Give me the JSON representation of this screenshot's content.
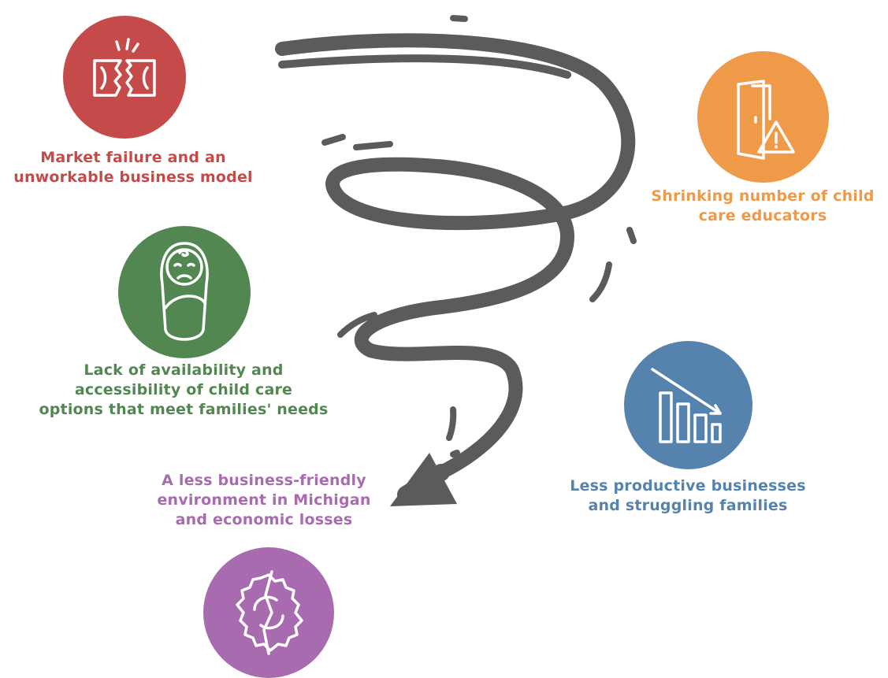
{
  "colors": {
    "market": "#c44b4a",
    "educators": "#ee9a48",
    "availability": "#528752",
    "productive": "#5683ad",
    "business": "#a86bb0",
    "swirl": "#5a5b5b"
  },
  "items": [
    {
      "key": "market",
      "icon": "broken-money-icon",
      "lines": [
        "Market failure and an",
        "unworkable business model"
      ]
    },
    {
      "key": "educators",
      "icon": "door-warning-icon",
      "lines": [
        "Shrinking number of child",
        "care educators"
      ]
    },
    {
      "key": "availability",
      "icon": "sad-baby-icon",
      "lines": [
        "Lack of availability and",
        "accessibility of child care",
        "options that meet families' needs"
      ]
    },
    {
      "key": "productive",
      "icon": "declining-chart-icon",
      "lines": [
        "Less productive businesses",
        "and struggling families"
      ]
    },
    {
      "key": "business",
      "icon": "broken-gear-icon",
      "lines": [
        "A less business-friendly",
        "environment in Michigan",
        "and economic losses"
      ]
    }
  ]
}
